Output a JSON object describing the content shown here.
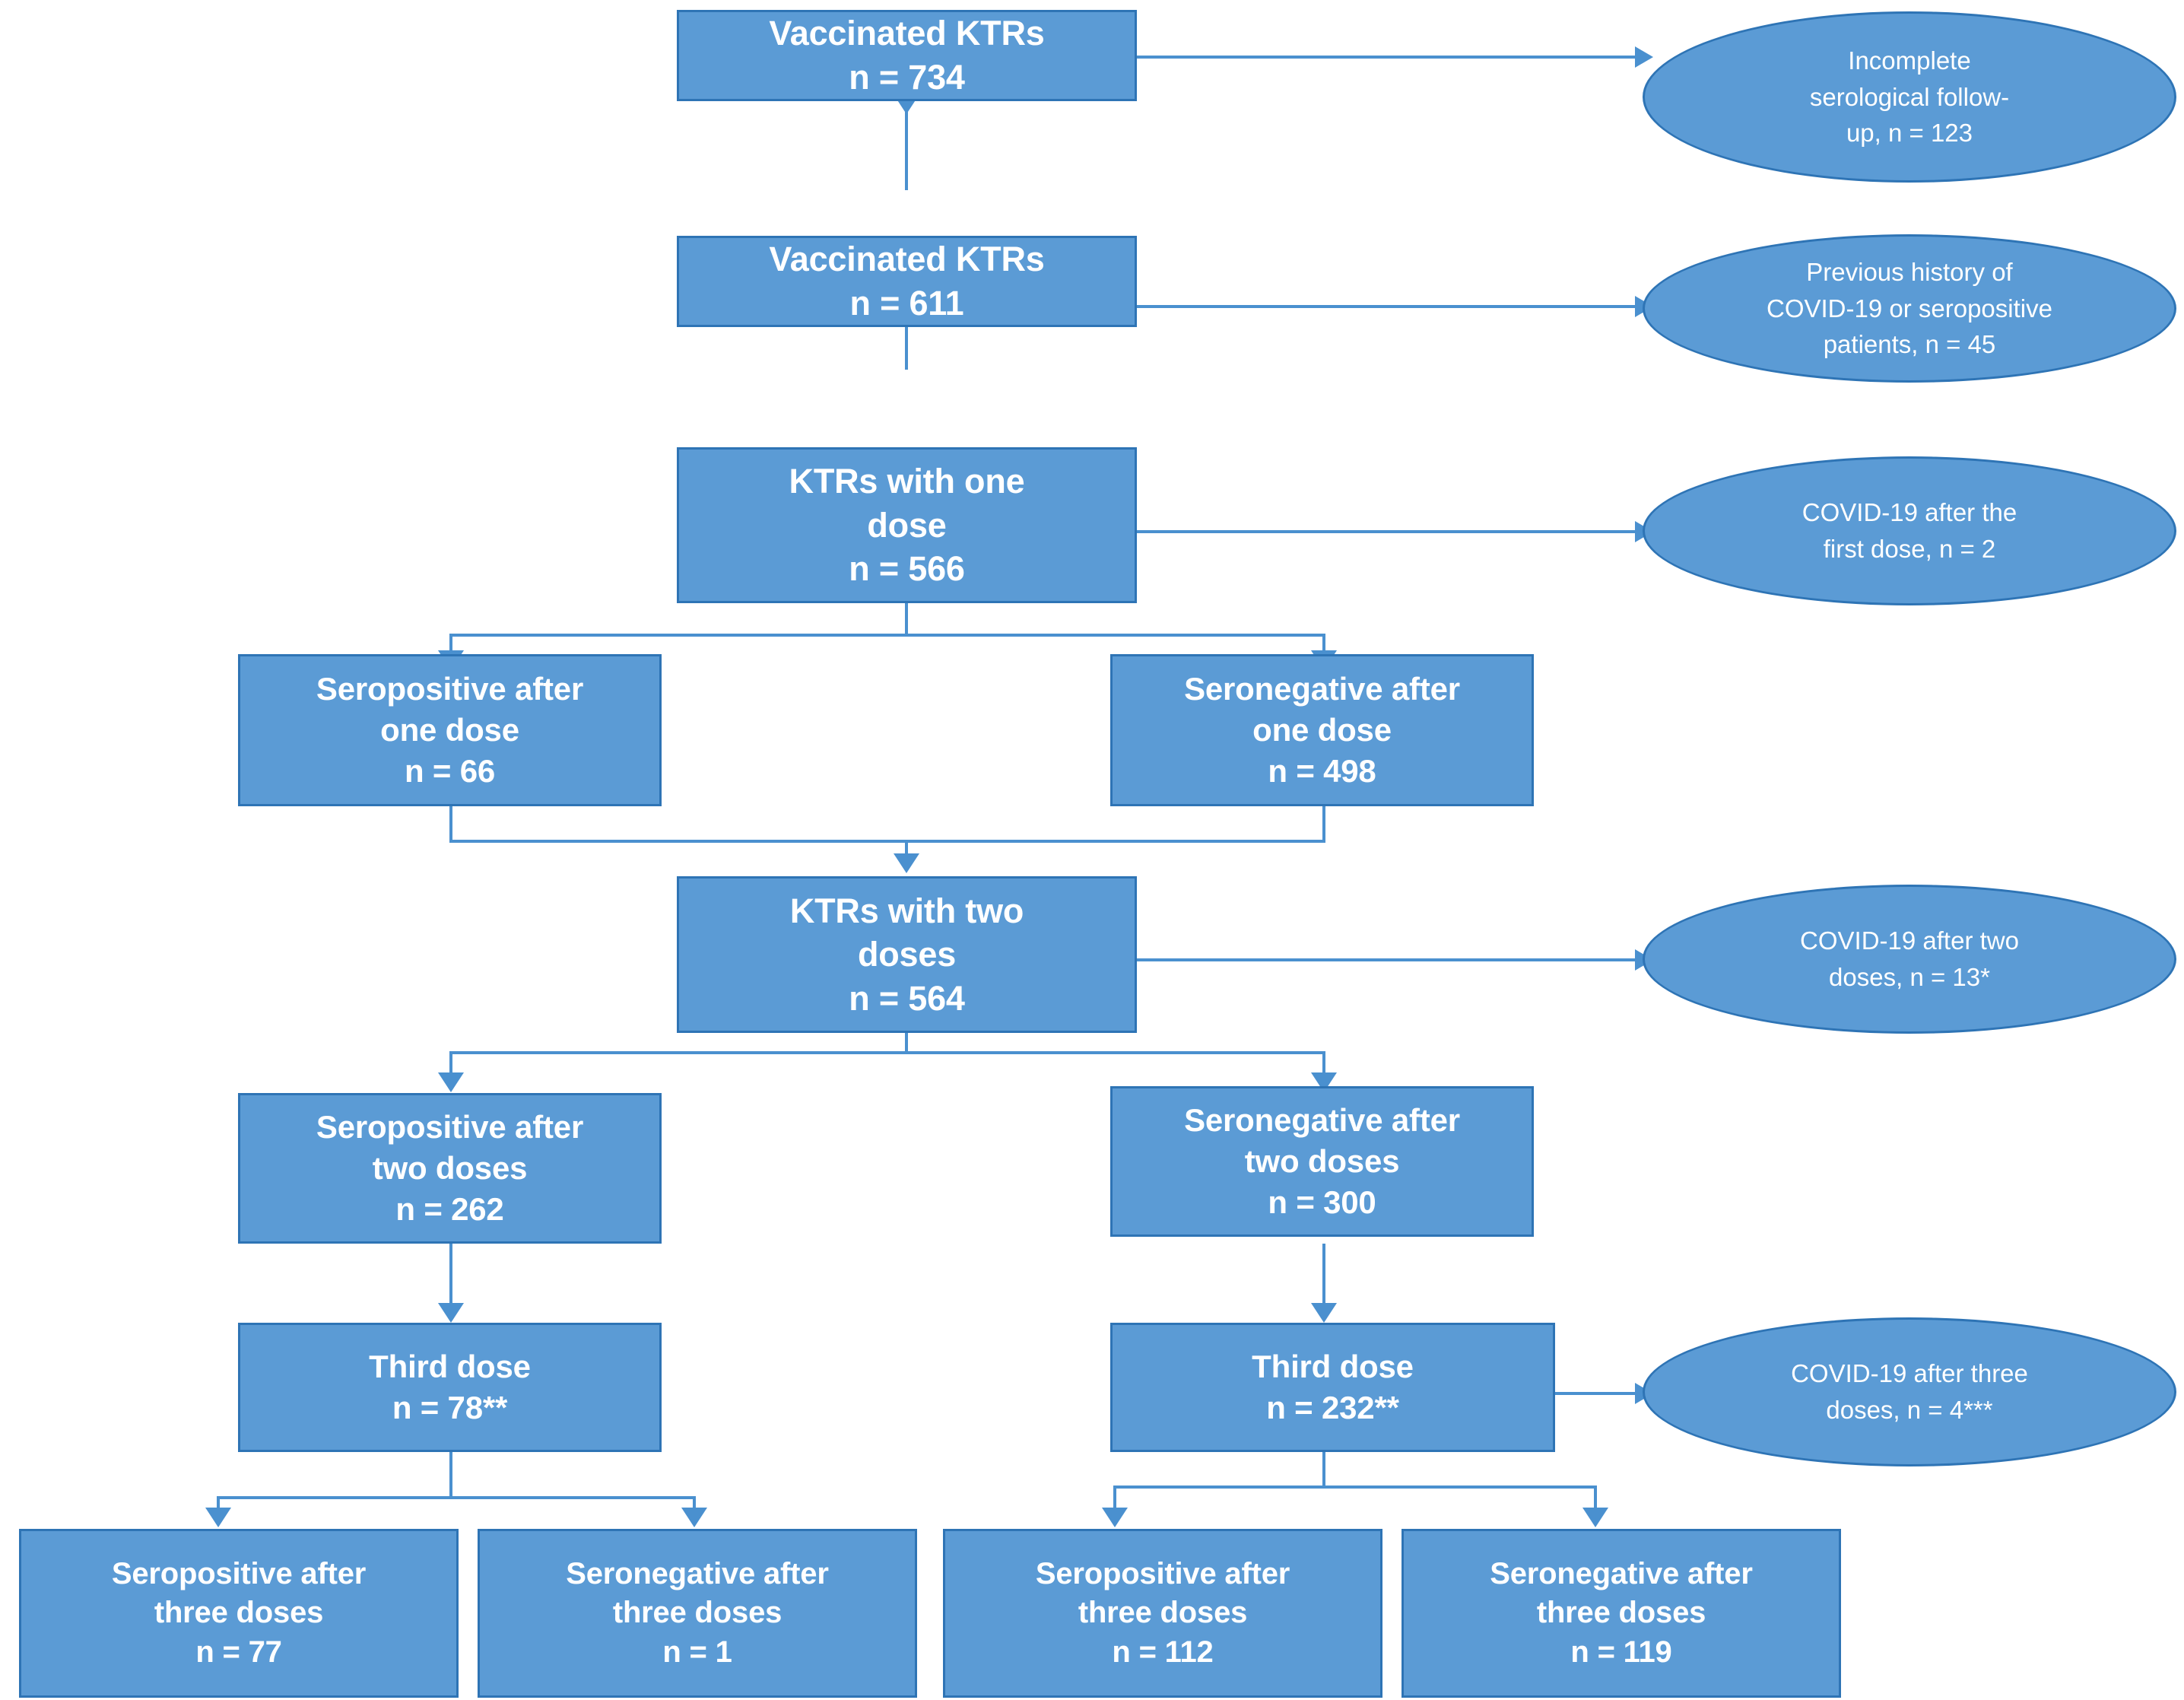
{
  "diagram": {
    "title": "Vaccinated KTRs study flowchart",
    "colors": {
      "node_fill": "#5B9BD5",
      "node_border": "#2E74B5",
      "connector": "#4A90CF",
      "text": "#FFFFFF",
      "background": "#FFFFFF"
    }
  },
  "nodes": {
    "vaccinated_734": {
      "line1": "Vaccinated KTRs",
      "line2": "n = 734"
    },
    "vaccinated_611": {
      "line1": "Vaccinated KTRs",
      "line2": "n = 611"
    },
    "one_dose_566": {
      "line1": "KTRs with one",
      "line2": "dose",
      "line3": "n = 566"
    },
    "seropos_one": {
      "line1": "Seropositive after",
      "line2": "one dose",
      "line3": "n = 66"
    },
    "seroneg_one": {
      "line1": "Seronegative after",
      "line2": "one dose",
      "line3": "n = 498"
    },
    "two_doses_564": {
      "line1": "KTRs with two",
      "line2": "doses",
      "line3": "n = 564"
    },
    "seropos_two": {
      "line1": "Seropositive after",
      "line2": "two doses",
      "line3": "n = 262"
    },
    "seroneg_two": {
      "line1": "Seronegative after",
      "line2": "two doses",
      "line3": "n = 300"
    },
    "third_dose_left": {
      "line1": "Third dose",
      "line2": "n = 78**"
    },
    "third_dose_right": {
      "line1": "Third dose",
      "line2": "n = 232**"
    },
    "seropos_three_a": {
      "line1": "Seropositive after",
      "line2": "three doses",
      "line3": "n = 77"
    },
    "seroneg_three_a": {
      "line1": "Seronegative after",
      "line2": "three doses",
      "line3": "n = 1"
    },
    "seropos_three_b": {
      "line1": "Seropositive after",
      "line2": "three doses",
      "line3": "n = 112"
    },
    "seroneg_three_b": {
      "line1": "Seronegative after",
      "line2": "three doses",
      "line3": "n = 119"
    }
  },
  "exclusions": {
    "incomplete_followup": {
      "line1": "Incomplete",
      "line2": "serological  follow-",
      "line3": "up, n = 123"
    },
    "previous_covid": {
      "line1": "Previous history of",
      "line2": "COVID-19 or seropositive",
      "line3": "patients,  n = 45"
    },
    "covid_after_first": {
      "line1": "COVID-19 after the",
      "line2": "first dose, n = 2"
    },
    "covid_after_two": {
      "line1": "COVID-19 after two",
      "line2": "doses,  n = 13*"
    },
    "covid_after_three": {
      "line1": "COVID-19 after three",
      "line2": "doses, n = 4***"
    }
  },
  "chart_data": {
    "type": "diagram",
    "title": "Vaccinated KTRs study flowchart",
    "flow": [
      {
        "step": "Vaccinated KTRs",
        "n": 734
      },
      {
        "step": "Vaccinated KTRs",
        "n": 611
      },
      {
        "step": "KTRs with one dose",
        "n": 566
      },
      {
        "step": "Seropositive after one dose",
        "n": 66
      },
      {
        "step": "Seronegative after one dose",
        "n": 498
      },
      {
        "step": "KTRs with two doses",
        "n": 564
      },
      {
        "step": "Seropositive after two doses",
        "n": 262
      },
      {
        "step": "Seronegative after two doses",
        "n": 300
      },
      {
        "step": "Third dose (from seropositive after two doses)",
        "n": 78,
        "note": "**"
      },
      {
        "step": "Third dose (from seronegative after two doses)",
        "n": 232,
        "note": "**"
      },
      {
        "step": "Seropositive after three doses (left branch)",
        "n": 77
      },
      {
        "step": "Seronegative after three doses (left branch)",
        "n": 1
      },
      {
        "step": "Seropositive after three doses (right branch)",
        "n": 112
      },
      {
        "step": "Seronegative after three doses (right branch)",
        "n": 119
      }
    ],
    "exclusions": [
      {
        "reason": "Incomplete serological follow-up",
        "n": 123
      },
      {
        "reason": "Previous history of COVID-19 or seropositive patients",
        "n": 45
      },
      {
        "reason": "COVID-19 after the first dose",
        "n": 2
      },
      {
        "reason": "COVID-19 after two doses",
        "n": 13,
        "note": "*"
      },
      {
        "reason": "COVID-19 after three doses",
        "n": 4,
        "note": "***"
      }
    ]
  }
}
